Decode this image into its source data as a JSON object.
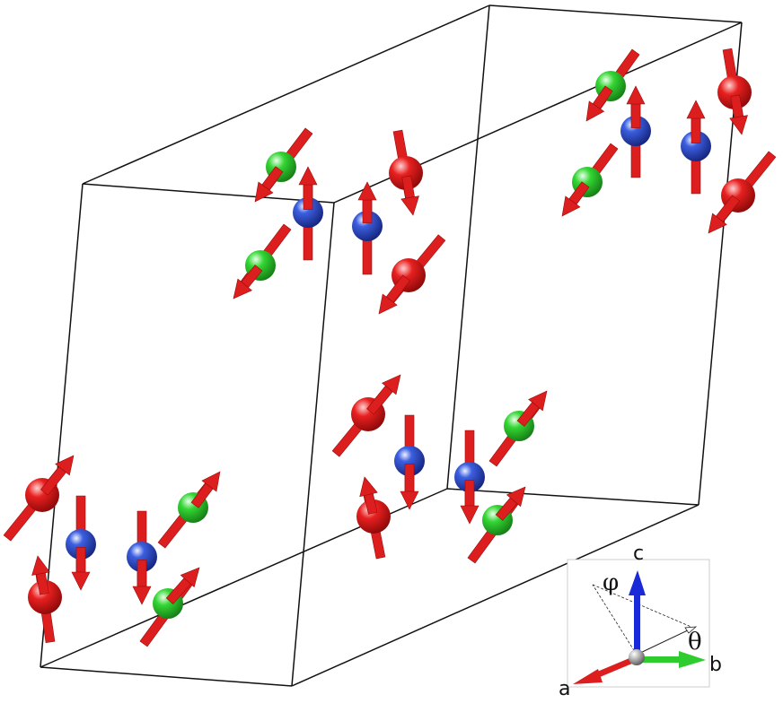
{
  "colors": {
    "spin_arrow": "#dd1e1e",
    "atom_red": "#e01818",
    "atom_blue": "#2e4fcc",
    "atom_green": "#2ecc2e",
    "axis_a": "#dd1e1e",
    "axis_b": "#2ecc2e",
    "axis_c": "#1a2ad8",
    "frame_line": "#111111"
  },
  "legend": {
    "axis_a": "a",
    "axis_b": "b",
    "axis_c": "c",
    "angle_phi": "φ",
    "angle_theta": "θ"
  }
}
